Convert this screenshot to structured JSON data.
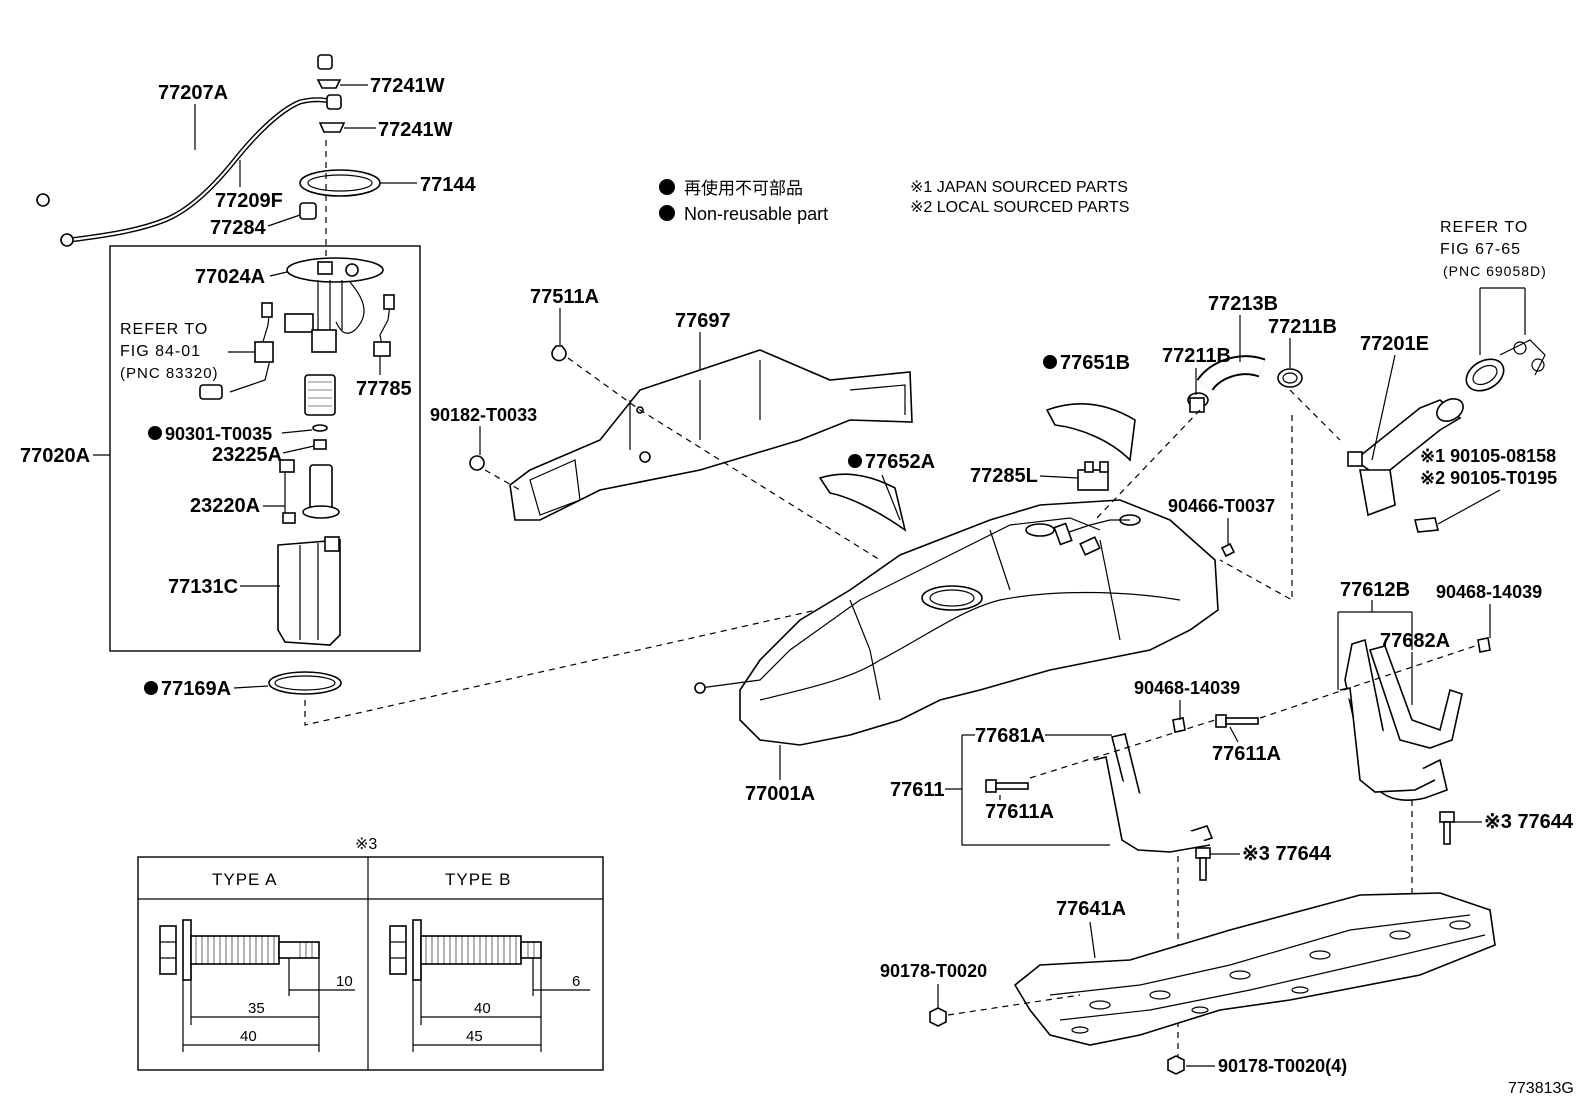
{
  "legend": {
    "non_reusable_jp": "再使用不可部品",
    "non_reusable_en": "Non-reusable part",
    "note1": "※1 JAPAN SOURCED PARTS",
    "note2": "※2 LOCAL SOURCED PARTS"
  },
  "parts": {
    "p77207A": "77207A",
    "p77241W_1": "77241W",
    "p77241W_2": "77241W",
    "p77144": "77144",
    "p77209F": "77209F",
    "p77284": "77284",
    "p77024A": "77024A",
    "p77785": "77785",
    "p90301": "90301-T0035",
    "p23225A": "23225A",
    "p77020A": "77020A",
    "p23220A": "23220A",
    "p77131C": "77131C",
    "p77169A": "77169A",
    "p77511A": "77511A",
    "p77697": "77697",
    "p90182": "90182-T0033",
    "p77651B": "77651B",
    "p77652A": "77652A",
    "p77213B": "77213B",
    "p77211B_1": "77211B",
    "p77211B_2": "77211B",
    "p77201E": "77201E",
    "p77285L": "77285L",
    "p90466": "90466-T0037",
    "p90105a": "※1 90105-08158",
    "p90105b": "※2 90105-T0195",
    "p77612B": "77612B",
    "p90468_a": "90468-14039",
    "p77682A": "77682A",
    "p90468_b": "90468-14039",
    "p77681A": "77681A",
    "p77611A_1": "77611A",
    "p77611": "77611",
    "p77611A_2": "77611A",
    "p77001A": "77001A",
    "p77644_1": "※3 77644",
    "p77644_2": "※3 77644",
    "p77641A": "77641A",
    "p90178_1": "90178-T0020",
    "p90178_2": "90178-T0020(4)"
  },
  "refer1": {
    "line1": "REFER TO",
    "line2": "FIG 84-01",
    "line3": "(PNC 83320)"
  },
  "refer2": {
    "line1": "REFER TO",
    "line2": "FIG 67-65",
    "line3": "(PNC 69058D)"
  },
  "type_table": {
    "note": "※3",
    "type_a": "TYPE A",
    "type_b": "TYPE B",
    "a_dims": {
      "d1": "10",
      "d2": "35",
      "d3": "40"
    },
    "b_dims": {
      "d1": "6",
      "d2": "40",
      "d3": "45"
    }
  },
  "figure_id": "773813G"
}
